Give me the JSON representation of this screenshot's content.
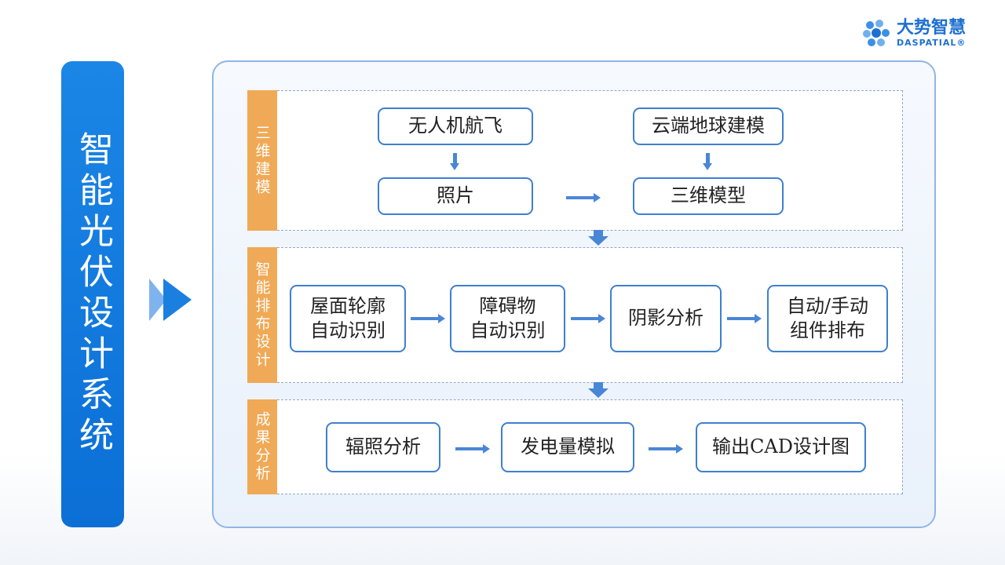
{
  "brand": {
    "name_cn": "大势智慧",
    "name_en": "DASPATIAL®",
    "color": "#1e6fd0"
  },
  "title": "智能光伏设计系统",
  "colors": {
    "accent": "#1b7fe0",
    "label": "#f0a956",
    "box_border": "#3f7fd0"
  },
  "sections": [
    {
      "label": "三维建模",
      "boxes": [
        "无人机航飞",
        "云端地球建模",
        "照片",
        "三维模型"
      ]
    },
    {
      "label": "智能排布设计",
      "boxes": [
        "屋面轮廓\n自动识别",
        "障碍物\n自动识别",
        "阴影分析",
        "自动/手动\n组件排布"
      ]
    },
    {
      "label": "成果分析",
      "boxes": [
        "辐照分析",
        "发电量模拟",
        "输出CAD设计图"
      ]
    }
  ]
}
